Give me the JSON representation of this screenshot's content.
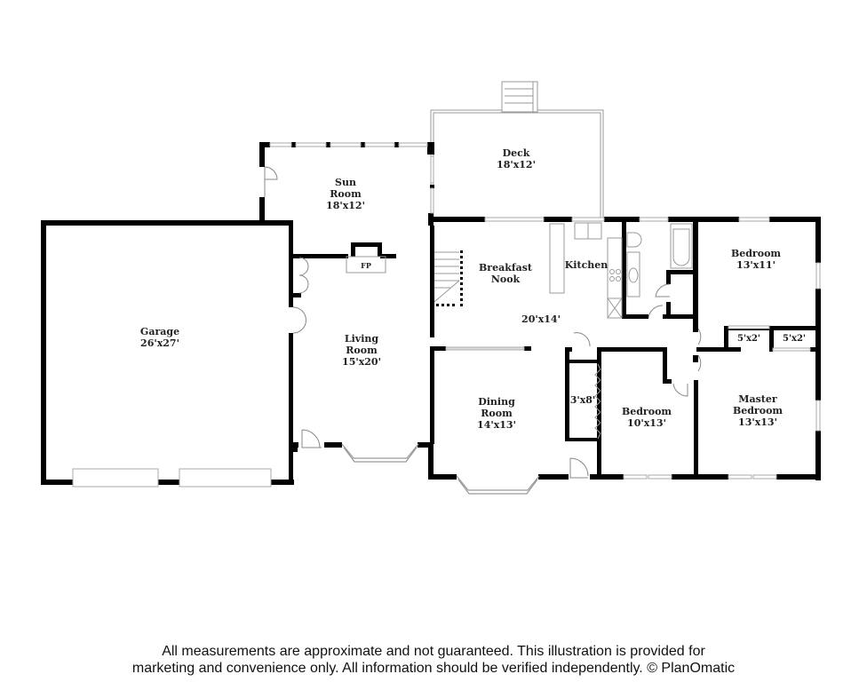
{
  "rooms": {
    "deck": {
      "name": "Deck",
      "size": "18'x12'"
    },
    "sun_room": {
      "name_line1": "Sun",
      "name_line2": "Room",
      "size": "18'x12'"
    },
    "garage": {
      "name": "Garage",
      "size": "26'x27'"
    },
    "living_room": {
      "name_line1": "Living",
      "name_line2": "Room",
      "size": "15'x20'"
    },
    "breakfast_nook": {
      "name_line1": "Breakfast",
      "name_line2": "Nook"
    },
    "kitchen": {
      "name": "Kitchen"
    },
    "kitchen_area_size": "20'x14'",
    "bedroom_1": {
      "name": "Bedroom",
      "size": "13'x11'"
    },
    "closet_1": {
      "size": "5'x2'"
    },
    "closet_2": {
      "size": "5'x2'"
    },
    "dining_room": {
      "name_line1": "Dining",
      "name_line2": "Room",
      "size": "14'x13'"
    },
    "closet_3": {
      "size": "3'x8'"
    },
    "bedroom_2": {
      "name": "Bedroom",
      "size": "10'x13'"
    },
    "master_bedroom": {
      "name_line1": "Master",
      "name_line2": "Bedroom",
      "size": "13'x13'"
    },
    "fireplace": {
      "label": "FP"
    }
  },
  "disclaimer": {
    "line1": "All measurements are approximate and not guaranteed. This illustration is provided for",
    "line2": "marketing and convenience only. All information should be verified independently. © PlanOmatic"
  },
  "colors": {
    "wall": "#000000",
    "window": "#bbbbbb",
    "background": "#ffffff"
  }
}
